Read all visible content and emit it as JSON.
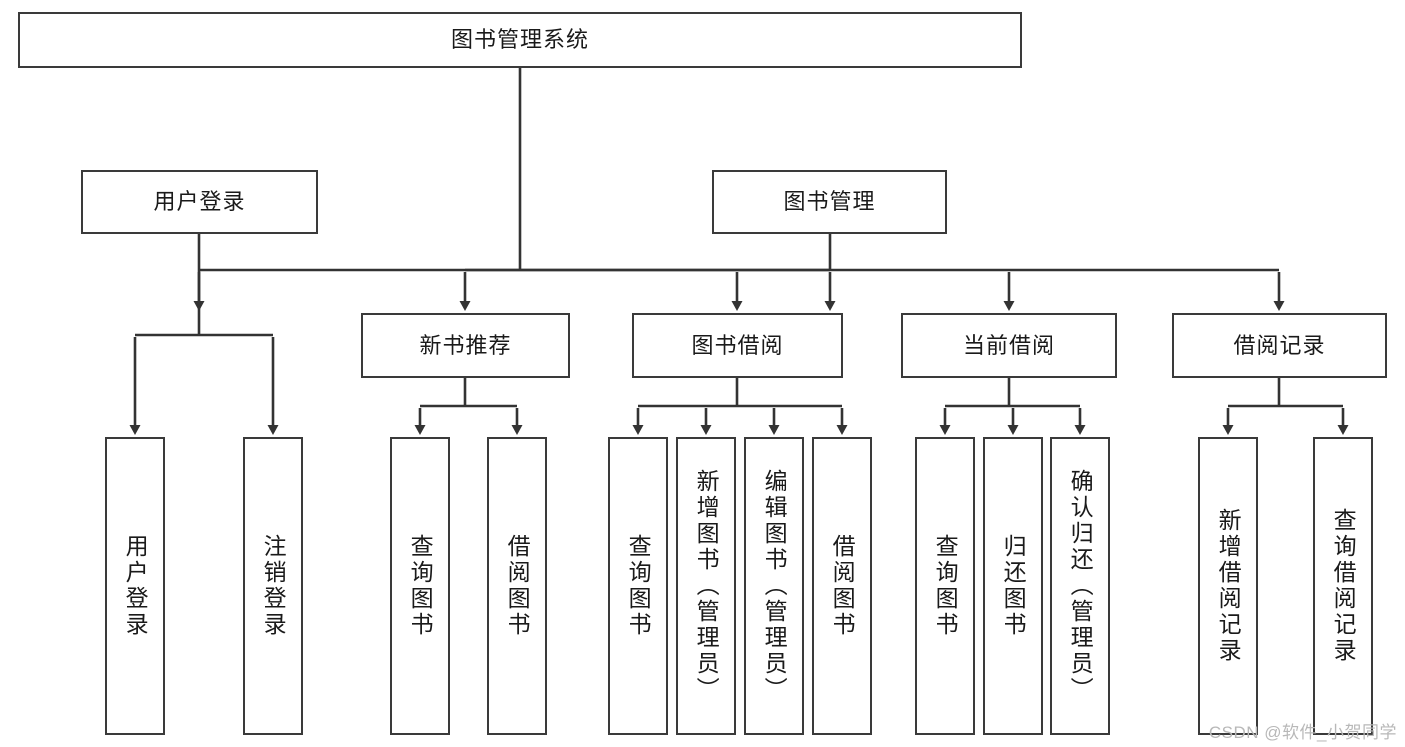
{
  "diagram": {
    "type": "tree",
    "title": "图书管理系统",
    "watermark": "CSDN @软件_小贺同学",
    "colors": {
      "background": "#ffffff",
      "box_border": "#3a3a3a",
      "box_fill": "#ffffff",
      "connector": "#333333",
      "text": "#1a1a1a",
      "watermark": "#b8b8b8"
    },
    "root": {
      "id": "root",
      "label": "图书管理系统",
      "level": 0
    },
    "level1": [
      {
        "id": "user-login",
        "label": "用户登录",
        "level": 1
      },
      {
        "id": "book-manage",
        "label": "图书管理",
        "level": 1
      }
    ],
    "level2": [
      {
        "id": "new-book-rec",
        "label": "新书推荐",
        "level": 2,
        "parent": "book-manage"
      },
      {
        "id": "book-borrow",
        "label": "图书借阅",
        "level": 2,
        "parent": "book-manage"
      },
      {
        "id": "current-borrow",
        "label": "当前借阅",
        "level": 2,
        "parent": "book-manage"
      },
      {
        "id": "borrow-record",
        "label": "借阅记录",
        "level": 2,
        "parent": "book-manage"
      }
    ],
    "leaves": [
      {
        "id": "leaf-user-login",
        "label": "用户登录",
        "parent": "user-login"
      },
      {
        "id": "leaf-logout",
        "label": "注销登录",
        "parent": "user-login"
      },
      {
        "id": "leaf-query-book-1",
        "label": "查询图书",
        "parent": "new-book-rec"
      },
      {
        "id": "leaf-borrow-book-1",
        "label": "借阅图书",
        "parent": "new-book-rec"
      },
      {
        "id": "leaf-query-book-2",
        "label": "查询图书",
        "parent": "book-borrow"
      },
      {
        "id": "leaf-add-book",
        "label": "新增图书（管理员）",
        "parent": "book-borrow"
      },
      {
        "id": "leaf-edit-book",
        "label": "编辑图书（管理员）",
        "parent": "book-borrow"
      },
      {
        "id": "leaf-borrow-book-2",
        "label": "借阅图书",
        "parent": "book-borrow"
      },
      {
        "id": "leaf-query-book-3",
        "label": "查询图书",
        "parent": "current-borrow"
      },
      {
        "id": "leaf-return-book",
        "label": "归还图书",
        "parent": "current-borrow"
      },
      {
        "id": "leaf-confirm-return",
        "label": "确认归还（管理员）",
        "parent": "current-borrow"
      },
      {
        "id": "leaf-add-record",
        "label": "新增借阅记录",
        "parent": "borrow-record"
      },
      {
        "id": "leaf-query-record",
        "label": "查询借阅记录",
        "parent": "borrow-record"
      }
    ]
  }
}
